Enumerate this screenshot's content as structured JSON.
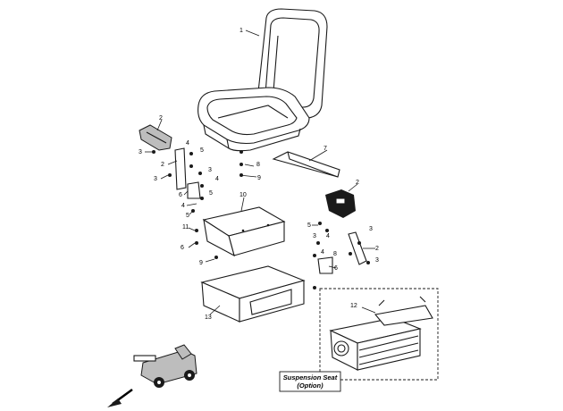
{
  "callouts": {
    "c1": "1",
    "c2a": "2",
    "c2b": "2",
    "c2c": "2",
    "c2d": "2",
    "c3a": "3",
    "c3b": "3",
    "c3c": "3",
    "c3d": "3",
    "c3e": "3",
    "c3f": "3",
    "c4a": "4",
    "c4b": "4",
    "c4c": "4",
    "c4d": "4",
    "c4e": "4",
    "c5a": "5",
    "c5b": "5",
    "c5c": "5",
    "c5d": "5",
    "c6a": "6",
    "c6b": "6",
    "c6c": "6",
    "c7": "7",
    "c8a": "8",
    "c8b": "8",
    "c9a": "9",
    "c9b": "9",
    "c10": "10",
    "c11": "11",
    "c12": "12",
    "c13": "13"
  },
  "option_box": {
    "line1": "Suspension Seat",
    "line2": "(Option)"
  }
}
